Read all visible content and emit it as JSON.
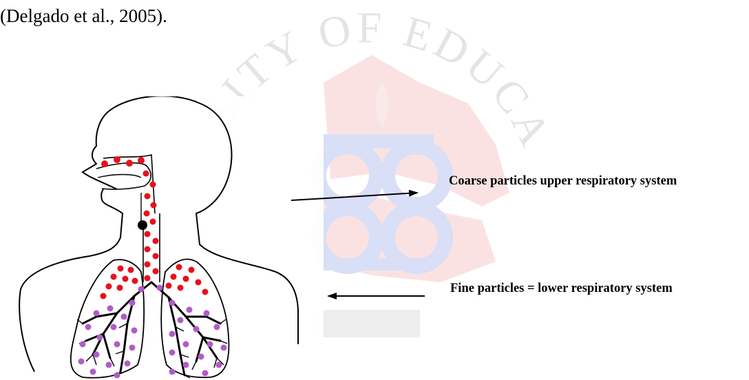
{
  "document": {
    "citation": "(Delgado et al., 2005)."
  },
  "watermark": {
    "text": "SITY OF EDUCATION, WINNE"
  },
  "figure": {
    "label_coarse": "Coarse particles upper respiratory system",
    "label_fine": "Fine particles = lower respiratory system",
    "colors": {
      "coarse_particle": "#e8101a",
      "fine_particle": "#b05cc8",
      "airway": "#000000",
      "outline": "#000000"
    }
  }
}
